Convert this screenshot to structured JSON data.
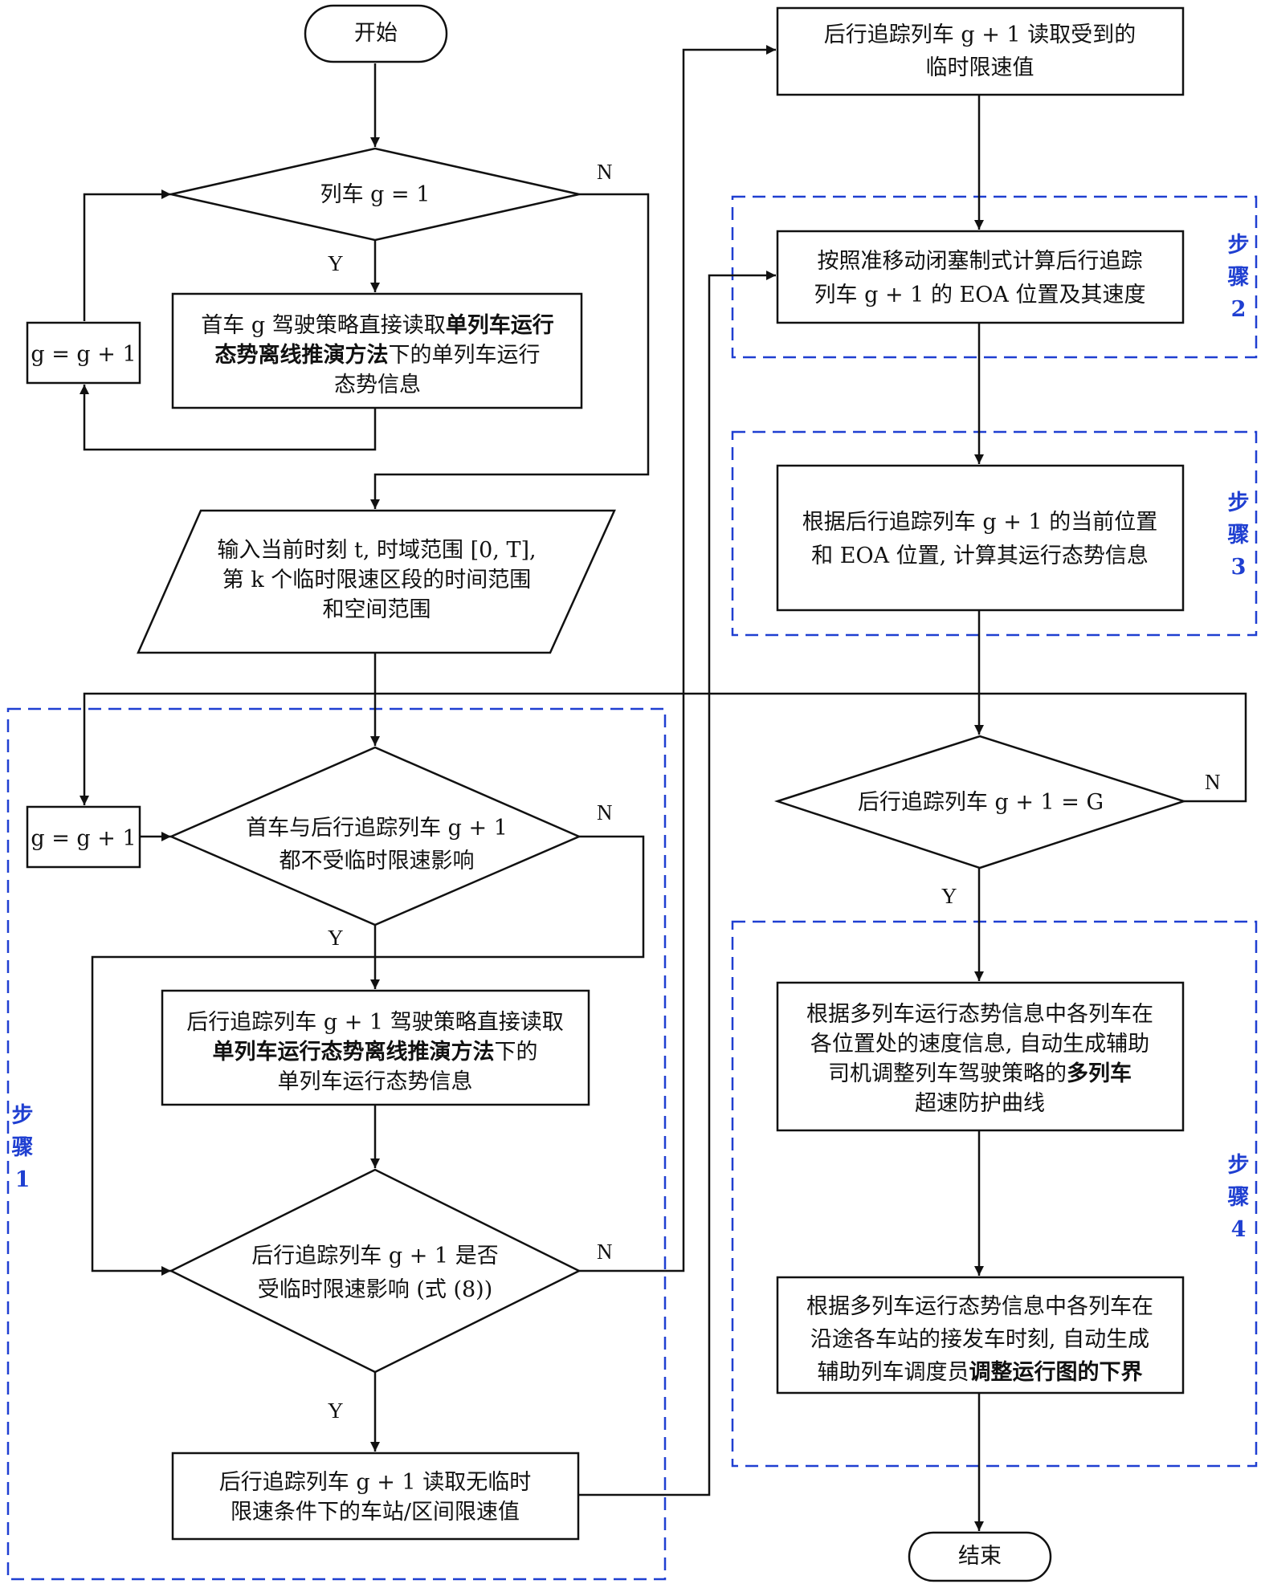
{
  "start": {
    "label": "开始"
  },
  "end": {
    "label": "结束"
  },
  "decisions": {
    "d1": {
      "line1": "列车 g = 1"
    },
    "d2": {
      "line1": "首车与后行追踪列车 g + 1",
      "line2": "都不受临时限速影响"
    },
    "d3": {
      "line1": "后行追踪列车 g + 1 是否",
      "line2": "受临时限速影响 (式 (8))"
    },
    "d4": {
      "line1": "后行追踪列车 g + 1 = G"
    }
  },
  "counters": {
    "c1": "g = g + 1",
    "c2": "g = g + 1"
  },
  "boxes": {
    "first_train": {
      "l1a": "首车 g 驾驶策略直接读取",
      "l1b": "单列车运行",
      "l2a": "态势离线推演方法",
      "l2b": "下的单列车运行",
      "l3": "态势信息"
    },
    "input": {
      "l1": "输入当前时刻 t, 时域范围 [0, T],",
      "l2": "第 k 个临时限速区段的时间范围",
      "l3": "和空间范围"
    },
    "follow_read": {
      "l1": "后行追踪列车 g + 1 驾驶策略直接读取",
      "l2a": "单列车运行态势离线推演方法",
      "l2b": "下的",
      "l3": "单列车运行态势信息"
    },
    "no_tsr": {
      "l1": "后行追踪列车 g + 1 读取无临时",
      "l2": "限速条件下的车站/区间限速值"
    },
    "tsr_read": {
      "l1": "后行追踪列车 g + 1 读取受到的",
      "l2": "临时限速值"
    },
    "eoa": {
      "l1": "按照准移动闭塞制式计算后行追踪",
      "l2": "列车 g + 1 的 EOA 位置及其速度"
    },
    "state": {
      "l1": "根据后行追踪列车 g + 1 的当前位置",
      "l2": "和 EOA 位置, 计算其运行态势信息"
    },
    "curve": {
      "l1": "根据多列车运行态势信息中各列车在",
      "l2": "各位置处的速度信息, 自动生成辅助",
      "l3a": "司机调整列车驾驶策略的",
      "l3b": "多列车",
      "l4": "超速防护曲线"
    },
    "lower_bound": {
      "l1": "根据多列车运行态势信息中各列车在",
      "l2": "沿途各车站的接发车时刻, 自动生成",
      "l3a": "辅助列车调度员",
      "l3b": "调整运行图的下界"
    }
  },
  "yn": {
    "n1": "N",
    "y1": "Y",
    "n2": "N",
    "y2": "Y",
    "n3": "N",
    "y3": "Y",
    "n4": "N",
    "y4": "Y"
  },
  "steps": {
    "s1": {
      "a": "步",
      "b": "骤",
      "c": "1"
    },
    "s2": {
      "a": "步",
      "b": "骤",
      "c": "2"
    },
    "s3": {
      "a": "步",
      "b": "骤",
      "c": "3"
    },
    "s4": {
      "a": "步",
      "b": "骤",
      "c": "4"
    }
  },
  "colors": {
    "line": "#111111",
    "step_border": "#1f3fd1"
  }
}
